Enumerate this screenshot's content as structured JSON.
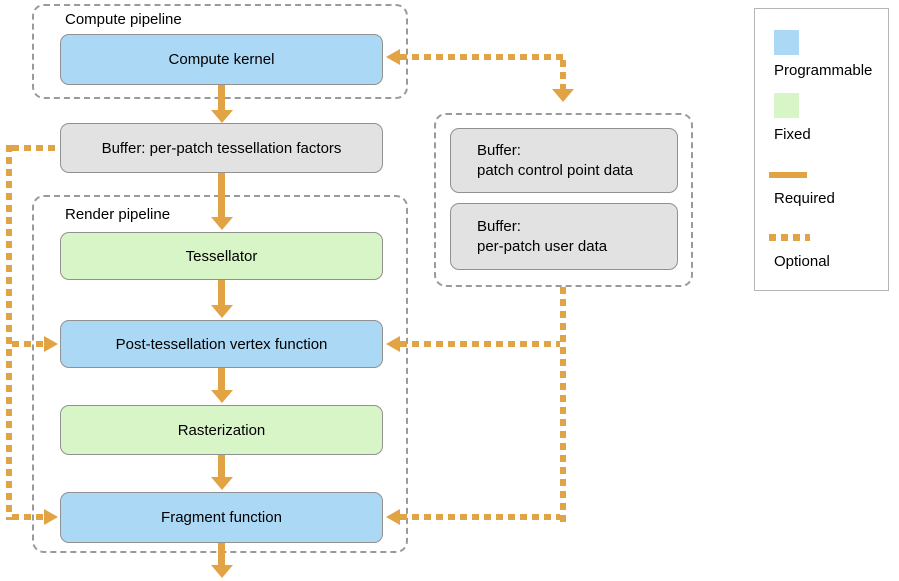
{
  "groups": {
    "compute": {
      "label": "Compute pipeline"
    },
    "render": {
      "label": "Render pipeline"
    }
  },
  "nodes": {
    "compute_kernel": {
      "label": "Compute kernel",
      "type": "programmable"
    },
    "tessellation_factors_buffer": {
      "label": "Buffer: per-patch tessellation factors",
      "type": "buffer"
    },
    "tessellator": {
      "label": "Tessellator",
      "type": "fixed"
    },
    "post_tessellation_vertex_function": {
      "label": "Post-tessellation vertex function",
      "type": "programmable"
    },
    "rasterization": {
      "label": "Rasterization",
      "type": "fixed"
    },
    "fragment_function": {
      "label": "Fragment function",
      "type": "programmable"
    },
    "patch_control_point_buffer": {
      "lines": [
        "Buffer:",
        "patch control point data"
      ],
      "type": "buffer"
    },
    "per_patch_user_data_buffer": {
      "lines": [
        "Buffer:",
        "per-patch user data"
      ],
      "type": "buffer"
    }
  },
  "legend": {
    "items": [
      {
        "label": "Programmable",
        "swatch": "programmable-color"
      },
      {
        "label": "Fixed",
        "swatch": "fixed-color"
      },
      {
        "label": "Required",
        "swatch": "solid-line"
      },
      {
        "label": "Optional",
        "swatch": "dashed-line"
      }
    ]
  },
  "colors": {
    "programmable": "#ABD8F5",
    "fixed": "#D8F5C8",
    "buffer": "#E2E2E2",
    "connector": "#E2A344",
    "box-border": "#919191",
    "group-border": "#9A9A9A",
    "text": "#000000"
  }
}
